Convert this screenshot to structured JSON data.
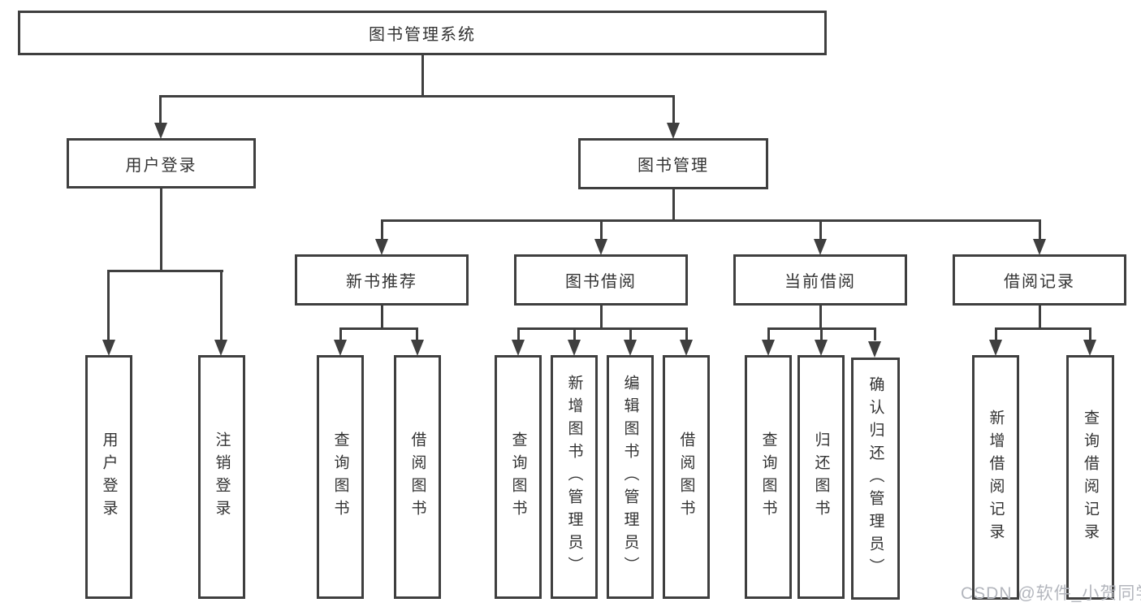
{
  "title": "图书管理系统",
  "colors": {
    "line": "#3f3f3f",
    "text": "#333333",
    "background": "#ffffff",
    "watermark": "#b3b6bd"
  },
  "tree": {
    "root": {
      "label": "图书管理系统"
    },
    "branches": [
      {
        "label": "用户登录",
        "leaves": [
          {
            "label": "用户登录"
          },
          {
            "label": "注销登录"
          }
        ]
      },
      {
        "label": "图书管理",
        "groups": [
          {
            "label": "新书推荐",
            "leaves": [
              {
                "label": "查询图书"
              },
              {
                "label": "借阅图书"
              }
            ]
          },
          {
            "label": "图书借阅",
            "leaves": [
              {
                "label": "查询图书"
              },
              {
                "label": "新增图书（管理员）"
              },
              {
                "label": "编辑图书（管理员）"
              },
              {
                "label": "借阅图书"
              }
            ]
          },
          {
            "label": "当前借阅",
            "leaves": [
              {
                "label": "查询图书"
              },
              {
                "label": "归还图书"
              },
              {
                "label": "确认归还（管理员）"
              }
            ]
          },
          {
            "label": "借阅记录",
            "leaves": [
              {
                "label": "新增借阅记录"
              },
              {
                "label": "查询借阅记录"
              }
            ]
          }
        ]
      }
    ]
  },
  "watermark": {
    "text": "CSDN @软件_小贺同学"
  }
}
